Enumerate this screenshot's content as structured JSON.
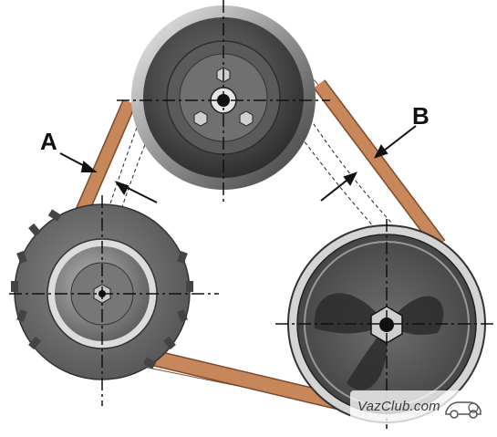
{
  "labels": {
    "a": "A",
    "b": "B"
  },
  "watermark": {
    "text": "VazClub.com"
  },
  "colors": {
    "belt": "#c8875a",
    "belt_edge": "#7a4a2a",
    "pulley_dark": "#4a4a4a",
    "pulley_mid": "#8c8c8c",
    "pulley_light": "#d9d9d9",
    "centerline": "#111111"
  },
  "icons": {
    "watermark_logo": "car-logo-icon"
  }
}
